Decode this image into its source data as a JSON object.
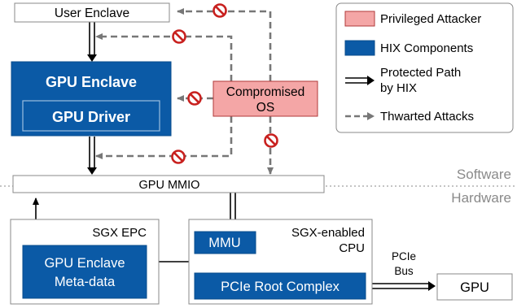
{
  "boxes": {
    "user_enclave": "User Enclave",
    "gpu_enclave": "GPU Enclave",
    "gpu_driver": "GPU Driver",
    "compromised_os_line1": "Compromised",
    "compromised_os_line2": "OS",
    "gpu_mmio": "GPU MMIO",
    "sgx_epc": "SGX EPC",
    "meta_line1": "GPU Enclave",
    "meta_line2": "Meta-data",
    "cpu_line1": "SGX-enabled",
    "cpu_line2": "CPU",
    "mmu": "MMU",
    "pcie_root": "PCIe Root Complex",
    "gpu": "GPU",
    "pcie_bus_line1": "PCIe",
    "pcie_bus_line2": "Bus"
  },
  "layers": {
    "software": "Software",
    "hardware": "Hardware"
  },
  "legend": {
    "privileged": "Privileged Attacker",
    "hix": "HIX Components",
    "protected_line1": "Protected Path",
    "protected_line2": "by HIX",
    "thwarted": "Thwarted Attacks"
  },
  "colors": {
    "hix_blue": "#0b5aa6",
    "hix_blue_dark": "#0a4c8c",
    "attacker_pink": "#f4a6a6",
    "attacker_border": "#b03a3a",
    "prohibit_red": "#c8201e",
    "dashed_gray": "#777777"
  }
}
